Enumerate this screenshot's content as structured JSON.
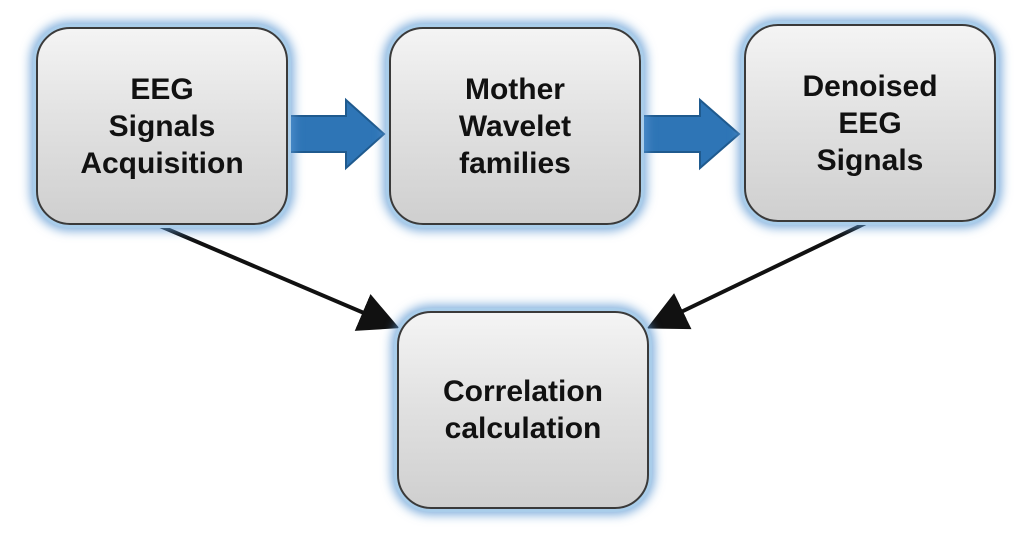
{
  "nodes": {
    "acquisition": "EEG\nSignals\nAcquisition",
    "mother_wavelet": "Mother\nWavelet\nfamilies",
    "denoised": "Denoised\nEEG\nSignals",
    "correlation": "Correlation\ncalculation"
  },
  "colors": {
    "block_arrow": "#2e75b6",
    "block_arrow_border": "#1f5a8e",
    "line_arrow": "#111111",
    "box_glow": "#5b9bd5"
  },
  "edges": [
    {
      "from": "acquisition",
      "to": "mother_wavelet",
      "style": "block"
    },
    {
      "from": "mother_wavelet",
      "to": "denoised",
      "style": "block"
    },
    {
      "from": "acquisition",
      "to": "correlation",
      "style": "line"
    },
    {
      "from": "denoised",
      "to": "correlation",
      "style": "line"
    }
  ]
}
